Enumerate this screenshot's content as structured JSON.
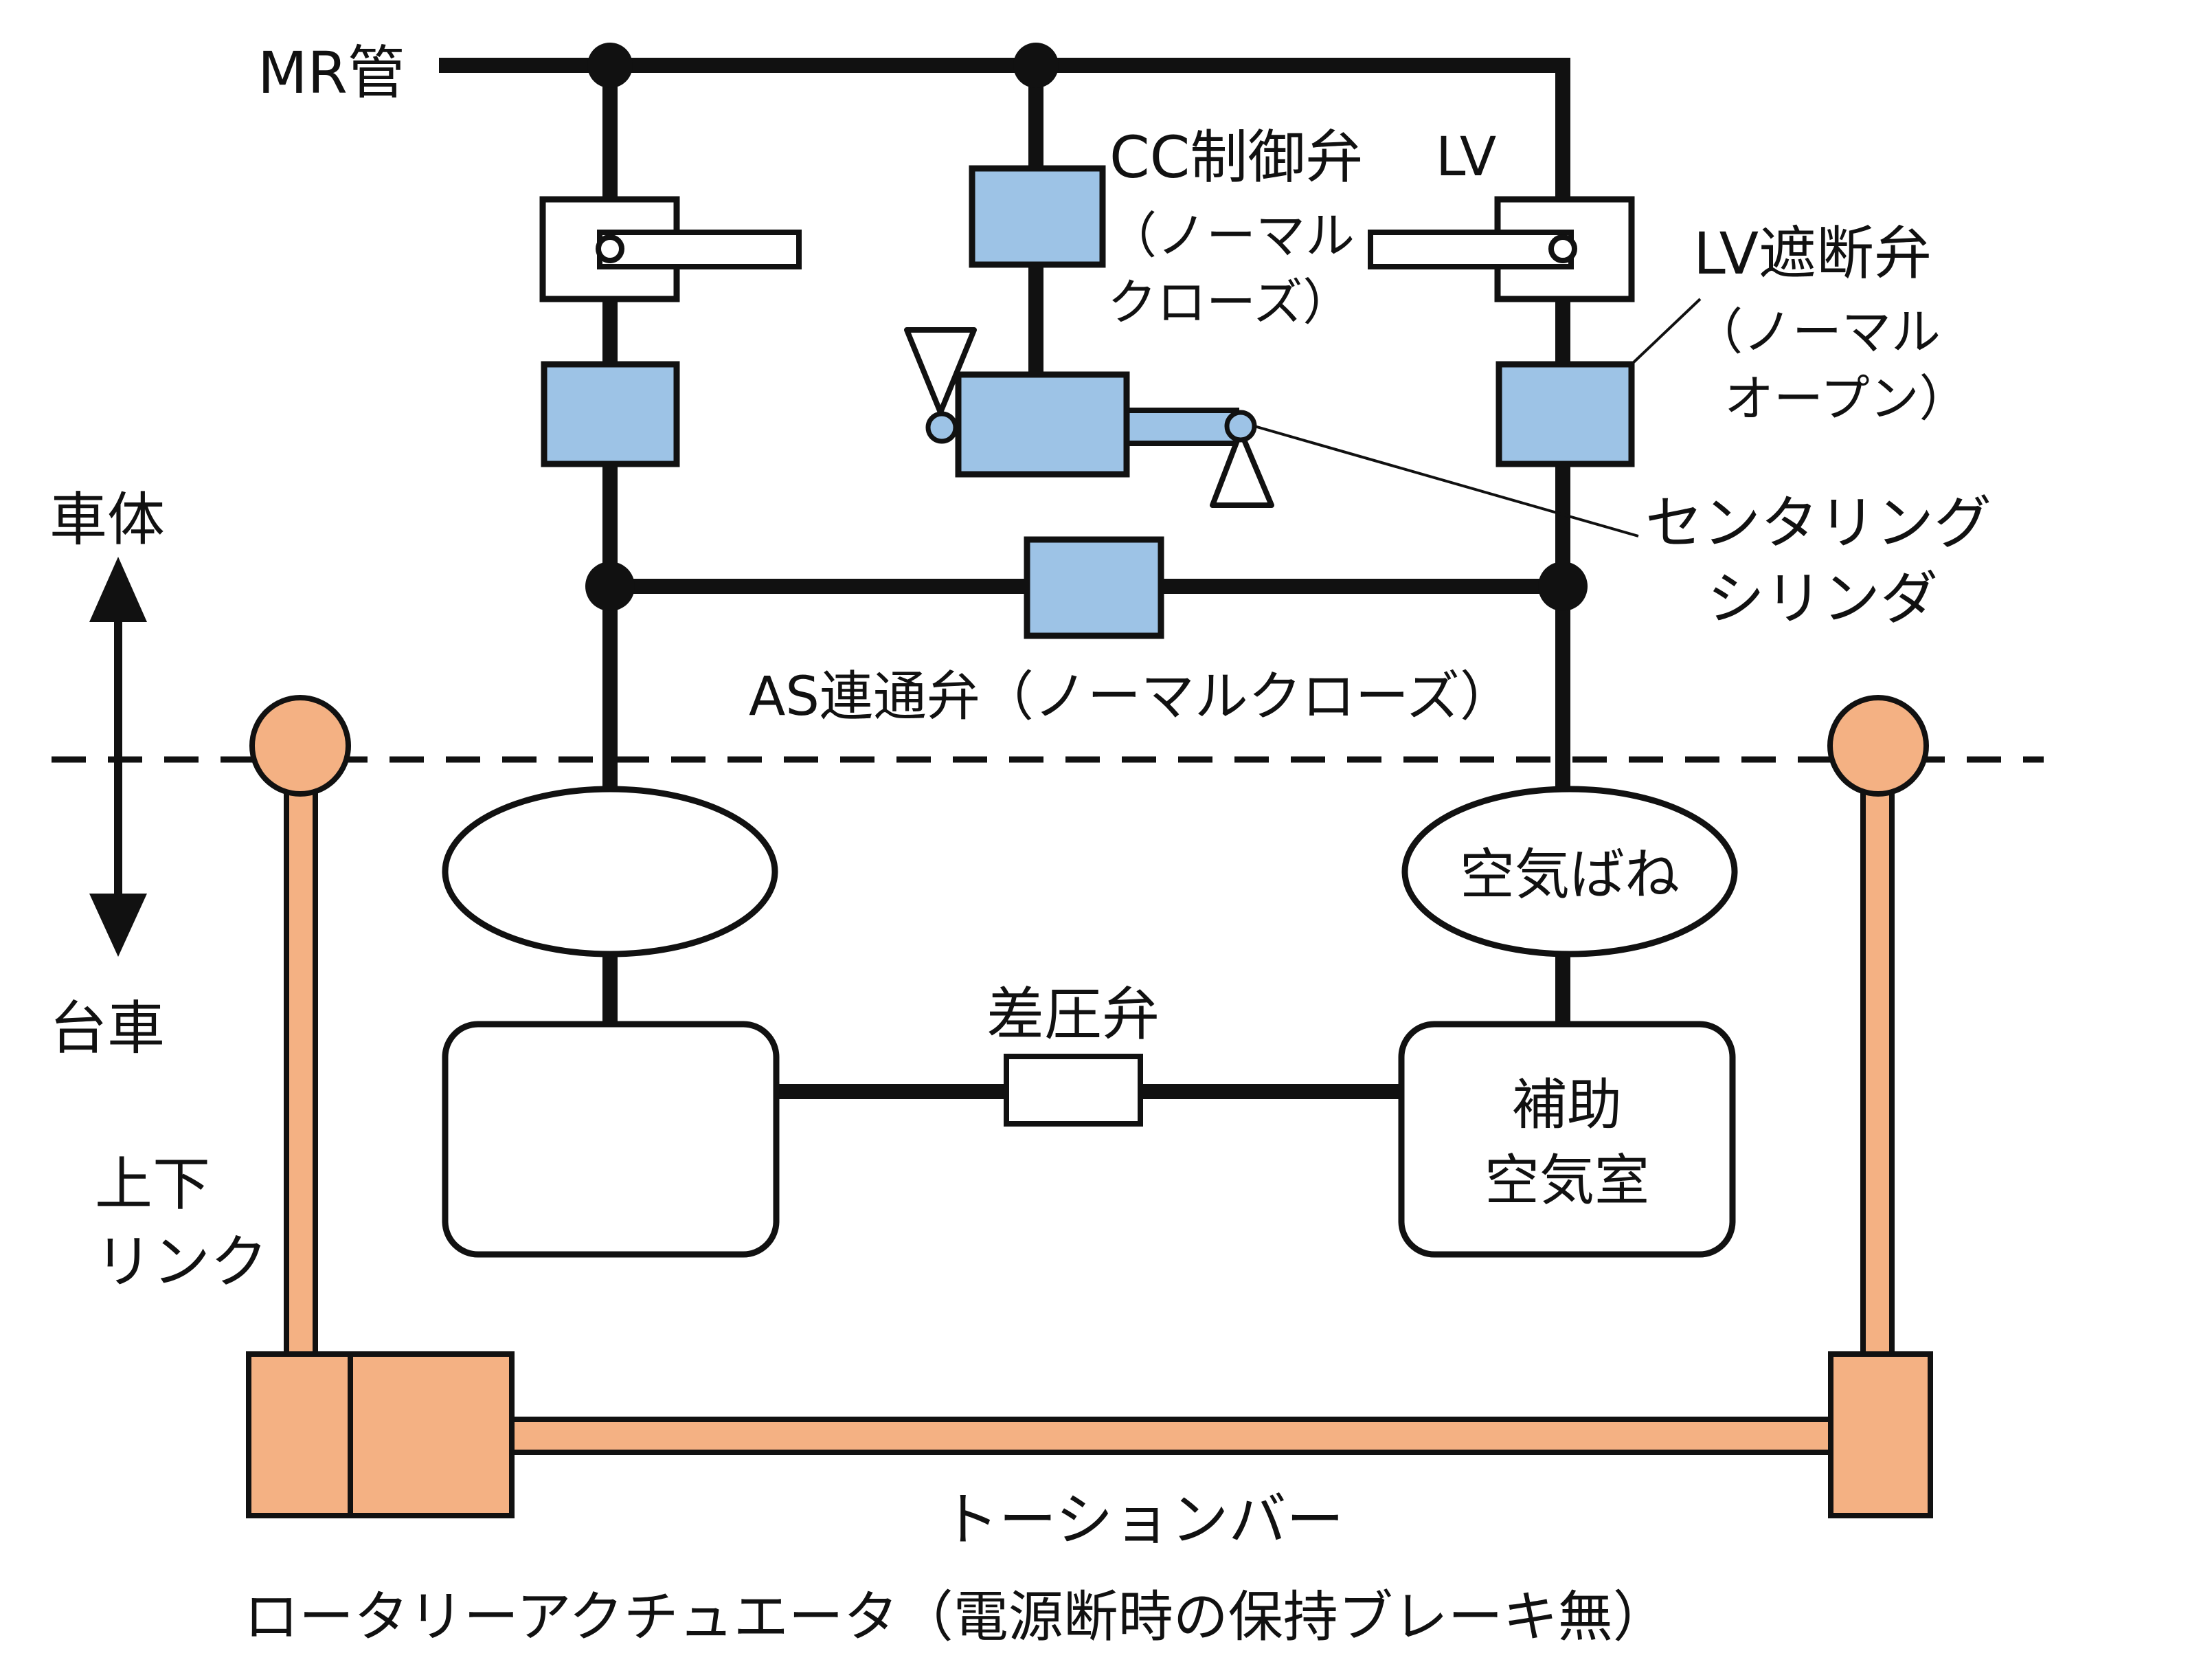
{
  "labels": {
    "mr_pipe": "MR管",
    "cc_valve_line1": "CC制御弁",
    "cc_valve_line2": "（ノーマル",
    "cc_valve_line3": "クローズ）",
    "lv": "LV",
    "lv_cutoff_line1": "LV遮断弁",
    "lv_cutoff_line2": "（ノーマル",
    "lv_cutoff_line3": "オープン）",
    "centering_cylinder_line1": "センタリング",
    "centering_cylinder_line2": "シリンダ",
    "car_body": "車体",
    "bogie": "台車",
    "as_valve": "AS連通弁（ノーマルクローズ）",
    "air_spring": "空気ばね",
    "diff_pressure_valve": "差圧弁",
    "aux_chamber_line1": "補助",
    "aux_chamber_line2": "空気室",
    "vertical_link_line1": "上下",
    "vertical_link_line2": "リンク",
    "torsion_bar": "トーションバー",
    "rotary_actuator": "ロータリーアクチュエータ（電源断時の保持ブレーキ無）"
  },
  "colors": {
    "line": "#111111",
    "valve_fill": "#9dc3e6",
    "link_fill": "#f4b183",
    "white": "#ffffff"
  }
}
